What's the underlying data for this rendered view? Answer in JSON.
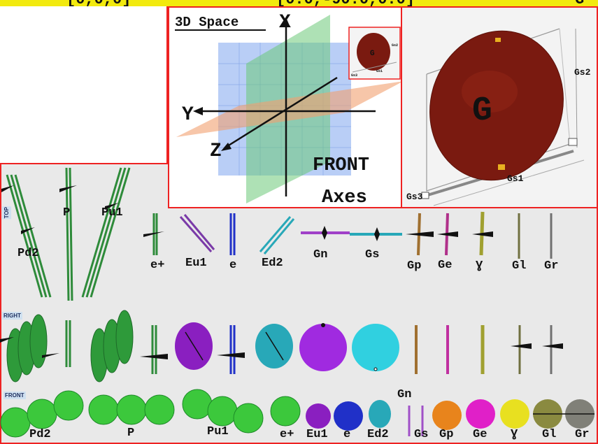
{
  "header": {
    "cells": [
      "[0,0,0]",
      "[0.0,-90.0,0.0]",
      "G"
    ]
  },
  "axes_panel": {
    "title": "3D Space",
    "x_label": "X",
    "y_label": "Y",
    "z_label": "Z",
    "view_label": "FRONT",
    "axes_label": "Axes",
    "thumb_center": "G",
    "thumb_gs2": "Gs2",
    "thumb_gs1": "Gs1",
    "thumb_gs3": "Gs3"
  },
  "g_panel": {
    "center_label": "G",
    "gs1": "Gs1",
    "gs2": "Gs2",
    "gs3": "Gs3"
  },
  "views": {
    "top_tag": "TOP",
    "right_tag": "RIGHT",
    "front_tag": "FRONT"
  },
  "top_row": {
    "pd2": "Pd2",
    "p": "P",
    "pu1": "Pu1",
    "e_plus": "e+",
    "eu1": "Eu1",
    "e": "e",
    "ed2": "Ed2",
    "gn": "Gn",
    "gs": "Gs",
    "gp": "Gp",
    "ge": "Ge",
    "gamma": "Ɣ",
    "gl": "Gl",
    "gr": "Gr"
  },
  "front_row": {
    "pd2": "Pd2",
    "p": "P",
    "pu1": "Pu1",
    "e_plus": "e+",
    "eu1": "Eu1",
    "e": "e",
    "ed2": "Ed2",
    "gn": "Gn",
    "gs": "Gs",
    "gp": "Gp",
    "ge": "Ge",
    "gamma": "Ɣ",
    "gl": "Gl",
    "gr": "Gr"
  },
  "colors": {
    "green": "#3cc83c",
    "dark_green": "#2e8b3a",
    "purple": "#8a1fc0",
    "blue": "#2030c8",
    "teal": "#28a8b8",
    "orange": "#e8841c",
    "magenta": "#e020c8",
    "yellow": "#e8e020",
    "olive": "#8a8a40",
    "gray": "#808078",
    "maroon": "#7a1a10",
    "border_red": "#e22222"
  }
}
